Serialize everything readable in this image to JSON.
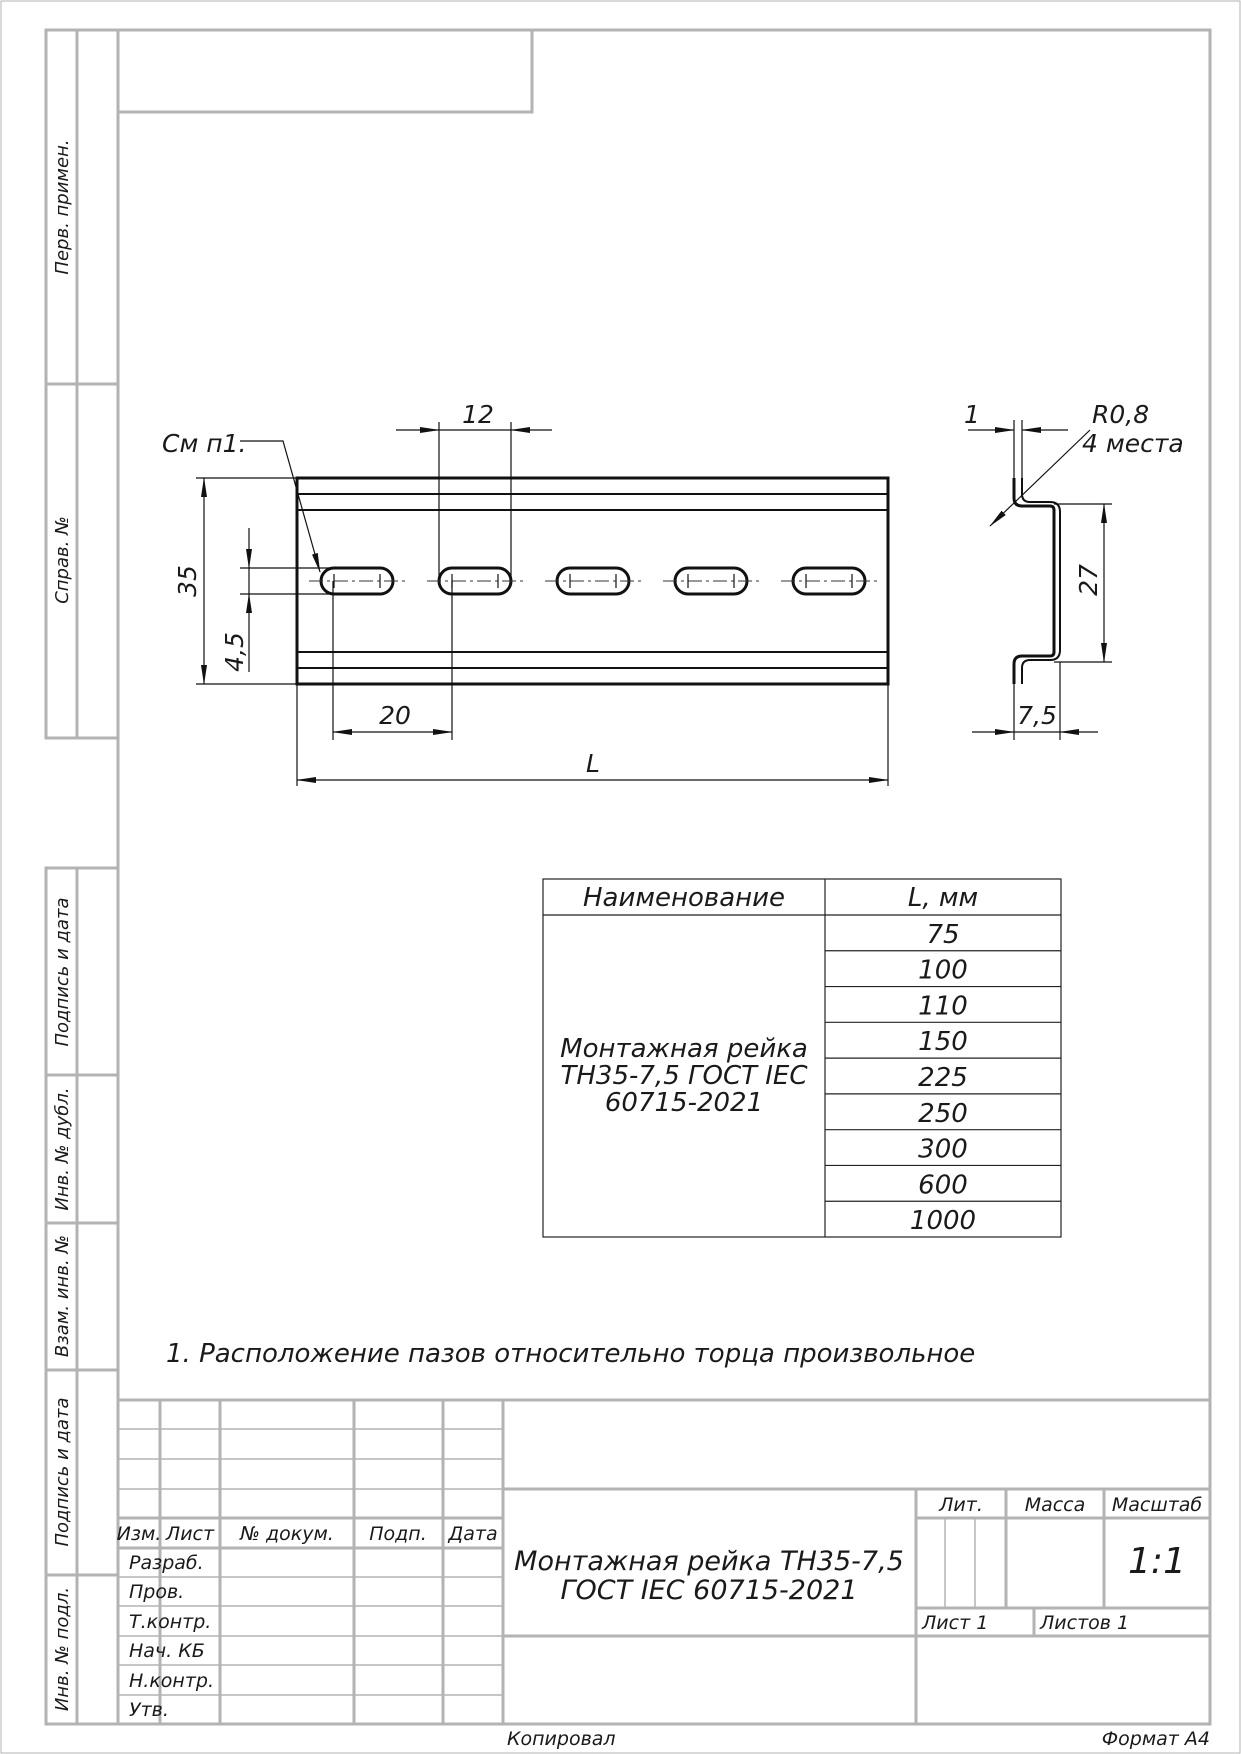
{
  "side_strip": {
    "perv_primen": "Перв. примен.",
    "sprav_no": "Справ. №",
    "podpis_data_1": "Подпись и дата",
    "inv_dubl": "Инв. № дубл.",
    "vzam_inv": "Взам. инв. №",
    "podpis_data_2": "Подпись и дата",
    "inv_podl": "Инв. № подл."
  },
  "front_view": {
    "note_ref": "См п1.",
    "dim_height": "35",
    "dim_slot_width": "4,5",
    "dim_slot_length": "12",
    "dim_slot_pitch": "20",
    "dim_length": "L",
    "slot_count": 5
  },
  "side_view": {
    "dim_thickness": "1",
    "radius": "R0,8",
    "radius_places": "4 места",
    "dim_depth": "7,5",
    "dim_inner": "27"
  },
  "spec_table": {
    "header_name": "Наименование",
    "header_length": "L, мм",
    "name_lines": [
      "Монтажная рейка",
      "ТН35-7,5 ГОСТ IEC",
      "60715-2021"
    ],
    "lengths": [
      "75",
      "100",
      "110",
      "150",
      "225",
      "250",
      "300",
      "600",
      "1000"
    ]
  },
  "note": "1. Расположение пазов относительно торца произвольное",
  "title_block": {
    "col_izm": "Изм.",
    "col_list": "Лист",
    "col_dokum": "№ докум.",
    "col_podp": "Подп.",
    "col_data": "Дата",
    "roles": [
      "Разраб.",
      "Пров.",
      "Т.контр.",
      "Нач. КБ",
      "Н.контр.",
      "Утв."
    ],
    "name_line1": "Монтажная рейка ТН35-7,5",
    "name_line2": "ГОСТ IEC 60715-2021",
    "lit_label": "Лит.",
    "mass_label": "Масса",
    "scale_label": "Масштаб",
    "scale_value": "1:1",
    "sheet_label": "Лист 1",
    "sheets_label": "Листов 1"
  },
  "footer": {
    "copied": "Копировал",
    "format": "Формат А4"
  }
}
